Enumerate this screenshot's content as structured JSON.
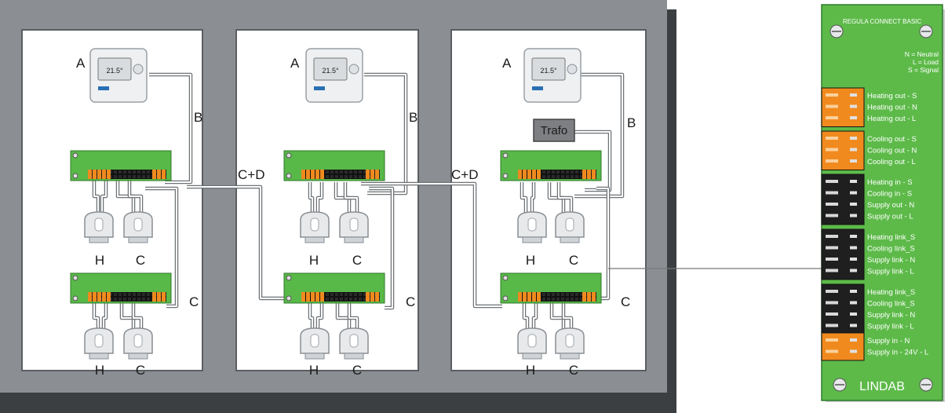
{
  "labels": {
    "thermostat": "A",
    "bus": "B",
    "link": "C+D",
    "actuator_cable": "C",
    "heating": "H",
    "cooling": "C",
    "transformer": "Trafo"
  },
  "thermostat_display": "21.5°",
  "colors": {
    "board_green": "#58b848",
    "terminal_orange": "#f08a1e",
    "heating_magenta": "#d0157a",
    "cooling_blue": "#1a7fc0",
    "room_border": "#8b8f93",
    "shadow": "#3c3f42",
    "panel_green": "#5dba49"
  },
  "panel": {
    "title": "REGULA CONNECT BASIC",
    "legend": [
      "N = Neutral",
      "L = Load",
      "S = Signal"
    ],
    "brand": "LINDAB",
    "terminals": [
      [
        "Heating out - S",
        "Heating out - N",
        "Heating out - L"
      ],
      [
        "Cooling out - S",
        "Cooling out - N",
        "Cooling out - L"
      ],
      [
        "Heating in - S",
        "Cooling in - S",
        "Supply out - N",
        "Supply out - L"
      ],
      [
        "Heating link_S",
        "Cooling link_S",
        "Supply link - N",
        "Supply link - L"
      ],
      [
        "Heating link_S",
        "Cooling link_S",
        "Supply link - N",
        "Supply link - L"
      ],
      [
        "Supply in - N",
        "Supply in - 24V - L"
      ]
    ],
    "terminal_colors": [
      "orange",
      "orange",
      "black",
      "black",
      "black",
      "orange"
    ]
  }
}
